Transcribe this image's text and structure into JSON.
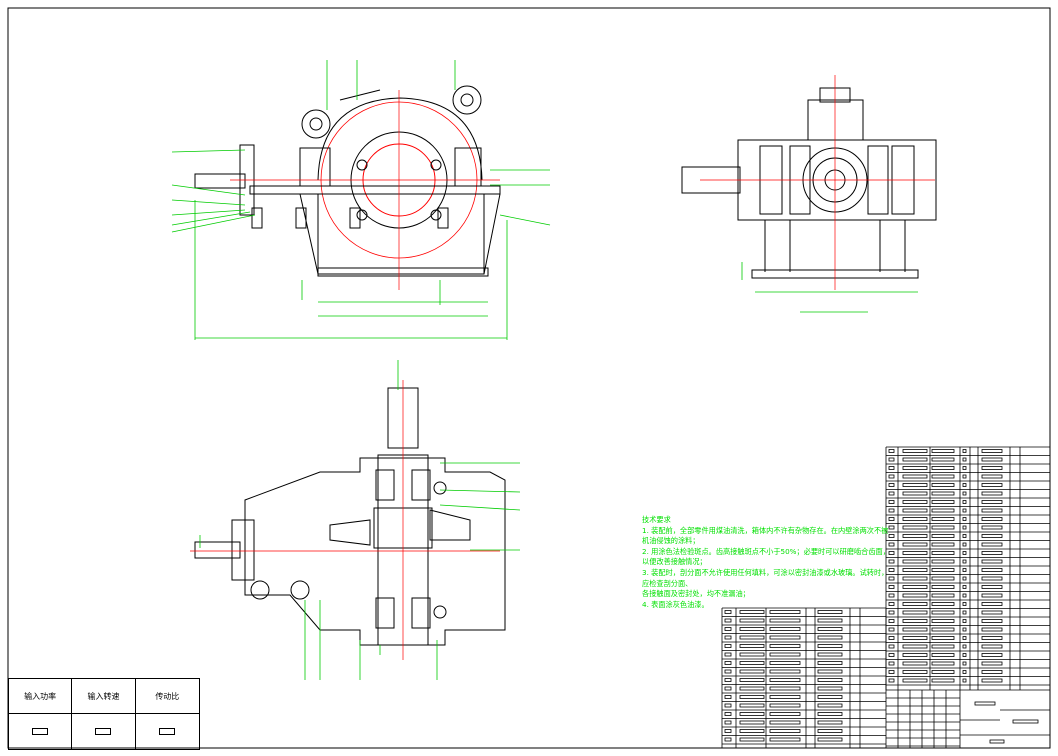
{
  "technical_requirements": {
    "title": "技术要求",
    "text": "1. 装配前，全部零件用煤油清洗，箱体内不许有杂物存在。在内壁涂两次不被机油侵蚀的涂料；\n2. 用涂色法检验斑点。齿高接触斑点不小于50%；必要时可以研磨啮合齿面，以便改善接触情况；\n3. 装配时，剖分面不允许使用任何填料，可涂以密封油漆或水玻璃。试转时，应检查剖分面、\n各接触面及密封处，均不准漏油；\n4. 表面涂灰色油漆。"
  },
  "performance_table": {
    "headers": [
      "输入功率",
      "输入转速",
      "传动比"
    ]
  },
  "colors": {
    "line": "#000000",
    "dimension": "#00cc00",
    "centerline": "#ff0000"
  }
}
